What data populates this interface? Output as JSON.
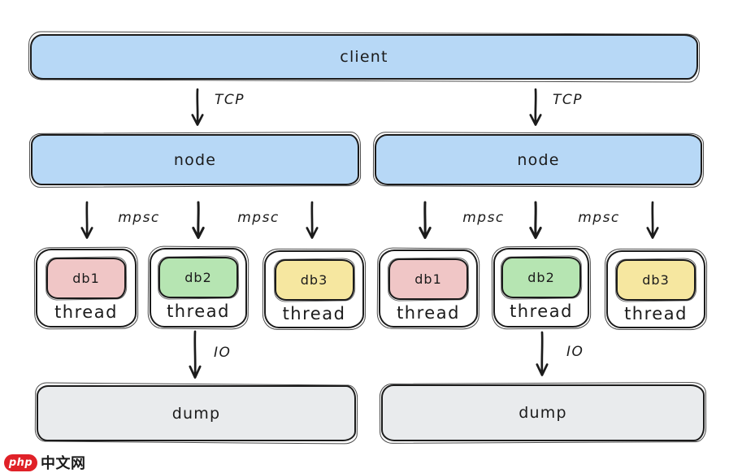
{
  "colors": {
    "background": "#ffffff",
    "stroke": "#1b1b1b",
    "box_blue": "#b7d8f6",
    "db_pink": "#f0c6c6",
    "db_green": "#b6e5b2",
    "db_yellow": "#f6e7a0",
    "dump_gray": "#e9ebed",
    "watermark_red": "#e02128"
  },
  "client": {
    "label": "client"
  },
  "clusters": [
    {
      "side": "left",
      "tcp_label": "TCP",
      "node_label": "node",
      "mpsc_labels": [
        "mpsc",
        "mpsc"
      ],
      "threads": [
        {
          "db_label": "db1",
          "label": "thread",
          "db_color": "#f0c6c6"
        },
        {
          "db_label": "db2",
          "label": "thread",
          "db_color": "#b6e5b2"
        },
        {
          "db_label": "db3",
          "label": "thread",
          "db_color": "#f6e7a0"
        }
      ],
      "io_label": "IO",
      "dump_label": "dump"
    },
    {
      "side": "right",
      "tcp_label": "TCP",
      "node_label": "node",
      "mpsc_labels": [
        "mpsc",
        "mpsc"
      ],
      "threads": [
        {
          "db_label": "db1",
          "label": "thread",
          "db_color": "#f0c6c6"
        },
        {
          "db_label": "db2",
          "label": "thread",
          "db_color": "#b6e5b2"
        },
        {
          "db_label": "db3",
          "label": "thread",
          "db_color": "#f6e7a0"
        }
      ],
      "io_label": "IO",
      "dump_label": "dump"
    }
  ],
  "watermark": {
    "logo_text": "php",
    "site_text": "中文网"
  }
}
